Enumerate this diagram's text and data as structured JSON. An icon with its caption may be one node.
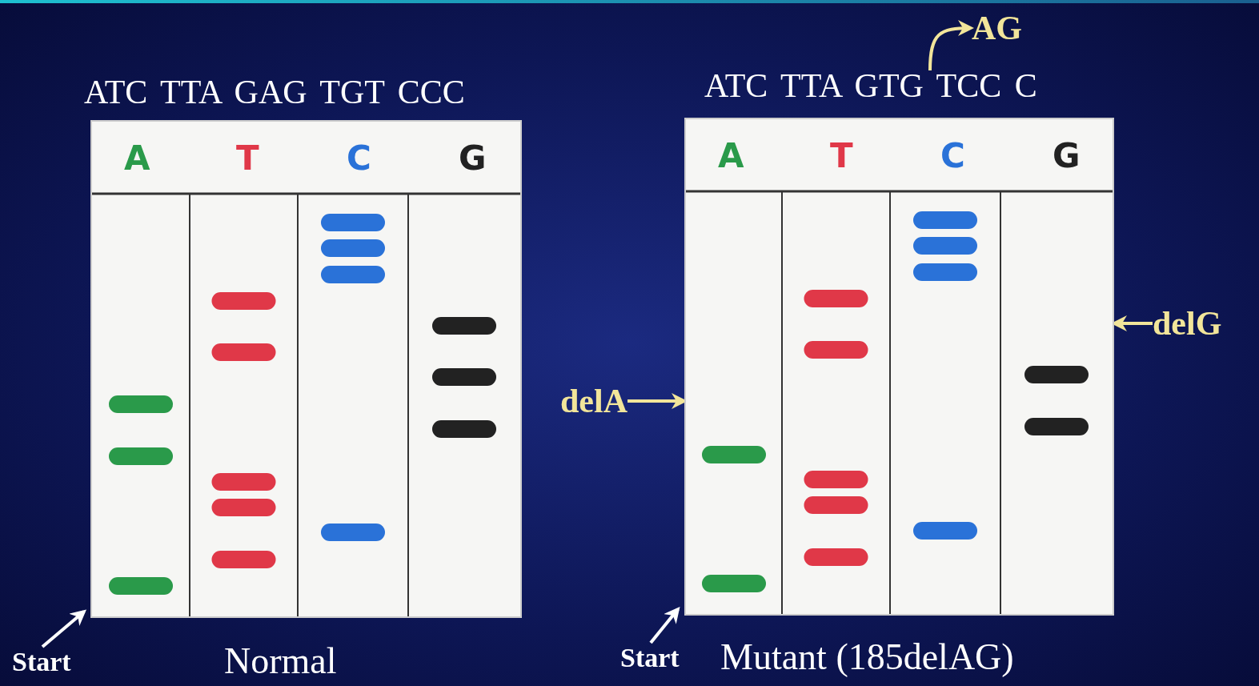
{
  "diagram": {
    "nodes": [
      {
        "text": [
          "A",
          "T",
          "C",
          "G"
        ],
        "beside": [
          "ATC TTA GAG TGT CCC",
          "Normal"
        ]
      },
      {
        "text": [
          "Start"
        ]
      },
      {
        "text": [
          "A",
          "T",
          "C",
          "G"
        ],
        "beside": [
          "Mutant (185delAG)"
        ]
      },
      {
        "text": [
          "Start"
        ]
      },
      {
        "text": [
          "delA"
        ]
      },
      {
        "text": [
          "delG"
        ]
      },
      {
        "text": [
          "ATC TTA GTG TCC C"
        ]
      },
      {
        "text": [
          "AG"
        ]
      }
    ],
    "edges": [
      {
        "from": 1,
        "to": 0,
        "arrow": "to",
        "color": "#ffffff"
      },
      {
        "from": 3,
        "to": 2,
        "arrow": "to",
        "color": "#ffffff"
      },
      {
        "from": 4,
        "to": 2,
        "arrow": "to"
      },
      {
        "from": 5,
        "to": 2,
        "arrow": "to"
      },
      {
        "from": 6,
        "to": 7,
        "arrow": "to"
      }
    ]
  }
}
